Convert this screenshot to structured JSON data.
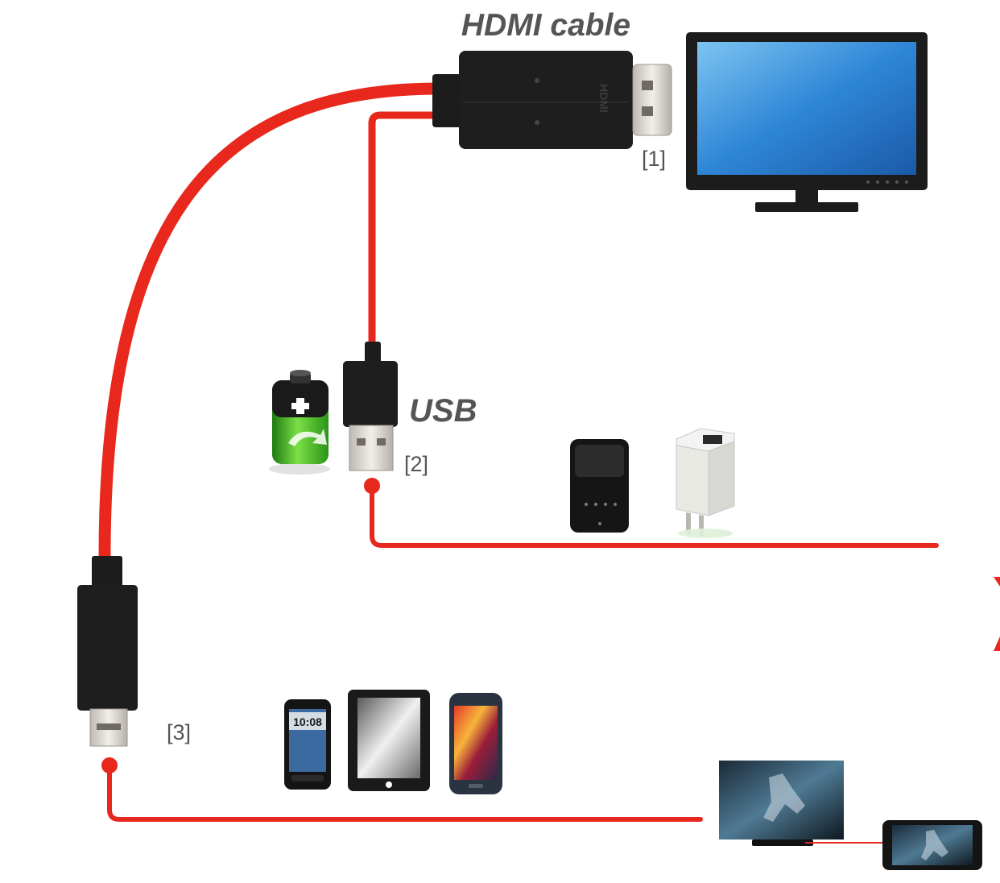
{
  "labels": {
    "hdmi_title": "HDMI cable",
    "usb_title": "USB",
    "marker_1": "[1]",
    "marker_2": "[2]",
    "marker_3": "[3]",
    "hdmi_plug_text": "HDMI",
    "clock_text": "10:08"
  },
  "colors": {
    "cable_red": "#e8281c",
    "connector_black": "#1c1c1c",
    "metal_light": "#e6e2dc",
    "monitor_screen": "#2f86d6",
    "label_gray": "#555555",
    "battery_green": "#3cb81e"
  },
  "icons": {
    "monitor": "monitor-icon",
    "battery": "battery-charging-icon",
    "power_bank": "power-bank-icon",
    "wall_charger": "wall-charger-icon",
    "phone": "smartphone-icon",
    "tablet": "tablet-icon",
    "tv": "tv-icon"
  }
}
